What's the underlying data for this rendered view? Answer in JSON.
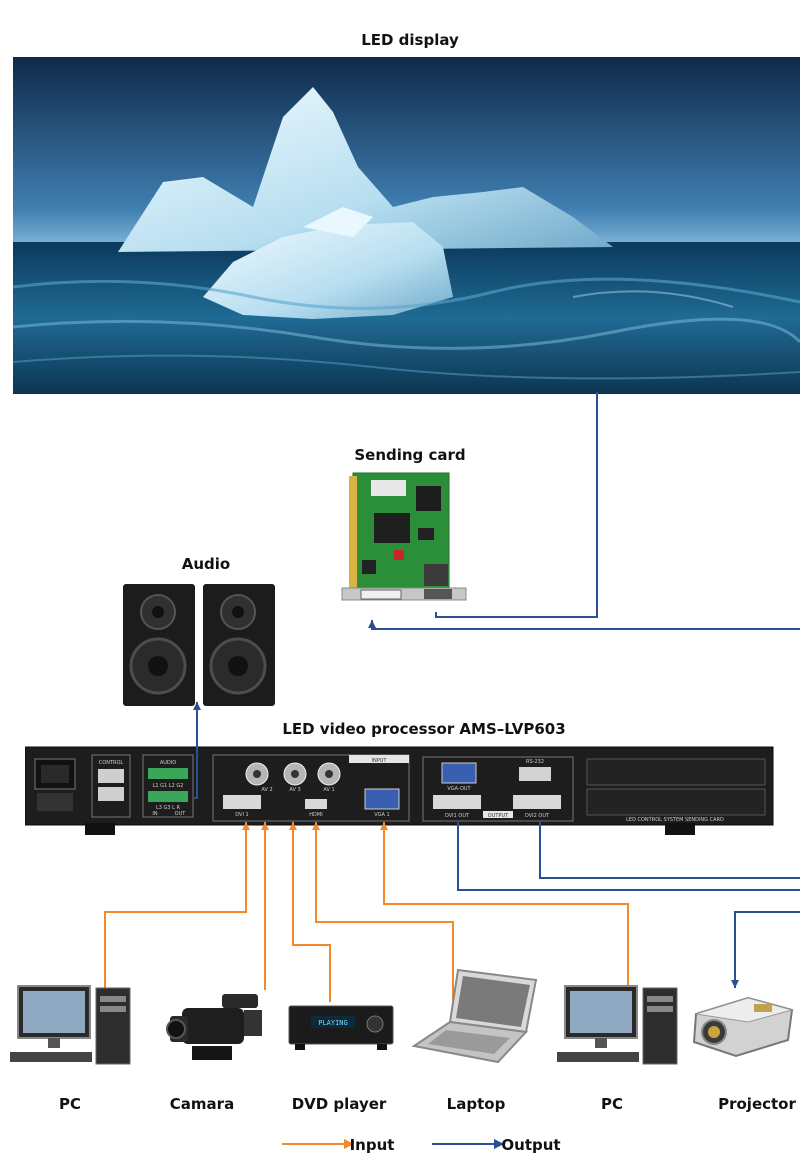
{
  "titles": {
    "led_display": "LED display",
    "sending_card": "Sending card",
    "audio": "Audio",
    "processor": "LED video processor AMS–LVP603"
  },
  "panel": {
    "control": "CONTROL",
    "audio": "AUDIO",
    "input": "INPUT",
    "output": "OUTPUT",
    "vga_out": "VGA-OUT",
    "rs232": "RS-232",
    "dvi1_out": "DVI1 OUT",
    "dvi2_out": "DVI2 OUT",
    "card_slot": "LED CONTROL SYSTEM SENDING CARD",
    "audio_ports_top": "L1 G1   L2 G2",
    "audio_ports_bottom": "L3 G3   L  R",
    "audio_in": "IN",
    "audio_out": "OUT",
    "hdmi": "HDMI",
    "vga1": "VGA 1",
    "dvi1": "DVI 1",
    "av1": "AV 1",
    "av2": "AV 2",
    "av3": "AV 3"
  },
  "dvd_display": "PLAYING",
  "devices": [
    {
      "label": "PC"
    },
    {
      "label": "Camara"
    },
    {
      "label": "DVD player"
    },
    {
      "label": "Laptop"
    },
    {
      "label": "PC"
    },
    {
      "label": "Projector"
    }
  ],
  "legend": {
    "input": "Input",
    "output": "Output"
  },
  "colors": {
    "input_line": "#f08a2c",
    "output_line": "#2a4f93"
  }
}
